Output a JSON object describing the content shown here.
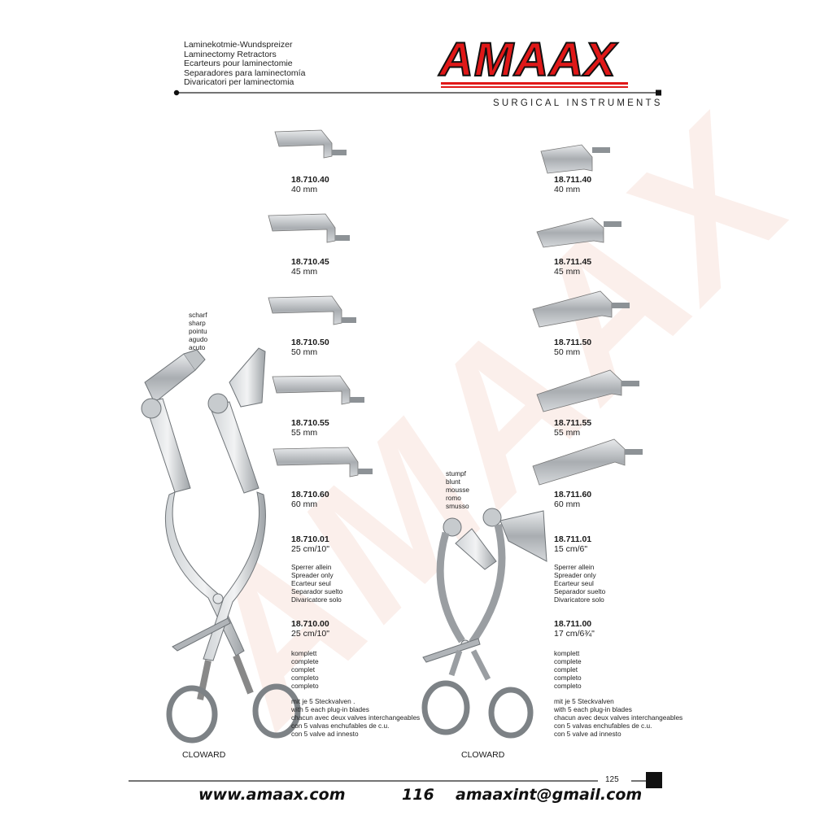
{
  "header": {
    "titles": [
      "Laminekotmie-Wundspreizer",
      "Laminectomy Retractors",
      "Ecarteurs pour laminectomie",
      "Separadores para laminectomía",
      "Divaricatori per laminectomia"
    ],
    "logo": "AMAAX",
    "tagline": "SURGICAL INSTRUMENTS"
  },
  "watermark": "AMAAX",
  "left_column": {
    "blades": [
      {
        "code": "18.710.40",
        "size": "40 mm"
      },
      {
        "code": "18.710.45",
        "size": "45 mm"
      },
      {
        "code": "18.710.50",
        "size": "50 mm"
      },
      {
        "code": "18.710.55",
        "size": "55 mm"
      },
      {
        "code": "18.710.60",
        "size": "60 mm"
      }
    ],
    "tip_labels": [
      "scharf",
      "sharp",
      "pointu",
      "agudo",
      "acuto"
    ],
    "spreader": {
      "code": "18.710.01",
      "size": "25 cm/10\""
    },
    "spreader_desc": [
      "Sperrer allein",
      "Spreader only",
      "Ecarteur seul",
      "Separador suelto",
      "Divaricatore solo"
    ],
    "complete": {
      "code": "18.710.00",
      "size": "25 cm/10\""
    },
    "complete_desc": [
      "komplett",
      "complete",
      "complet",
      "completo",
      "completo"
    ],
    "blades_desc": [
      "mit  je 5 Steckvalven .",
      "with 5 each plug-in blades",
      "chacun avec deux valves interchangeables",
      "con 5 valvas enchufables de c.u.",
      "con 5 valve ad innesto"
    ],
    "name": "CLOWARD"
  },
  "right_column": {
    "blades": [
      {
        "code": "18.711.40",
        "size": "40 mm"
      },
      {
        "code": "18.711.45",
        "size": "45 mm"
      },
      {
        "code": "18.711.50",
        "size": "50 mm"
      },
      {
        "code": "18.711.55",
        "size": "55 mm"
      },
      {
        "code": "18.711.60",
        "size": "60 mm"
      }
    ],
    "tip_labels": [
      "stumpf",
      "blunt",
      "mousse",
      "romo",
      "smusso"
    ],
    "spreader": {
      "code": "18.711.01",
      "size": "15 cm/6\""
    },
    "spreader_desc": [
      "Sperrer allein",
      "Spreader only",
      "Ecarteur seul",
      "Separador suelto",
      "Divaricatore solo"
    ],
    "complete": {
      "code": "18.711.00",
      "size": "17 cm/6¾\""
    },
    "complete_desc": [
      "komplett",
      "complete",
      "complet",
      "completo",
      "completo"
    ],
    "blades_desc": [
      "mit  je 5 Steckvalven",
      "with 5 each plug-in blades",
      "chacun avec deux valves interchangeables",
      "con 5 valvas enchufables de c.u.",
      "con 5 valve ad innesto"
    ],
    "name": "CLOWARD"
  },
  "page_number": "125",
  "footer": {
    "website": "www.amaax.com",
    "page": "116",
    "email": "amaaxint@gmail.com"
  },
  "colors": {
    "brand_red": "#e01818",
    "text": "#1a1a1a",
    "steel": "#b8bcc0"
  }
}
